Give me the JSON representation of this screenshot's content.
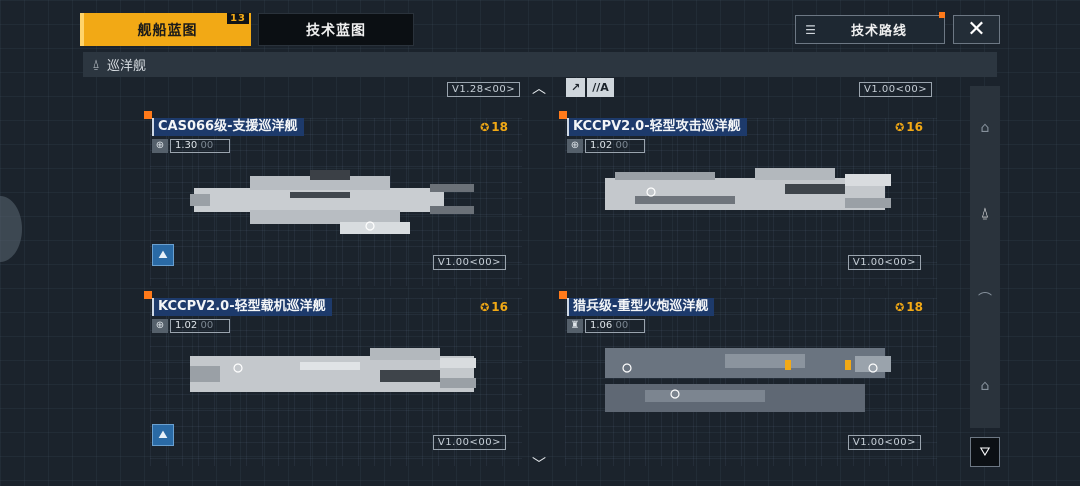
{
  "tabs": {
    "ship_blueprint": "舰船蓝图",
    "ship_blueprint_badge": "13",
    "tech_blueprint": "技术蓝图"
  },
  "tech_route": "技术路线",
  "close_glyph": "✕",
  "category": {
    "icon": "cruiser-class-icon",
    "label": "巡洋舰"
  },
  "top_tag": [
    "//A"
  ],
  "version_label": "V1.00<00>",
  "top_left_version": "V1.28<00>",
  "ships": [
    {
      "name": "CAS066级-支援巡洋舰",
      "stars": "18",
      "level": "1.30",
      "level_suffix": "00",
      "has_chip": true,
      "version": "V1.00<00>"
    },
    {
      "name": "KCCPV2.0-轻型攻击巡洋舰",
      "stars": "16",
      "level": "1.02",
      "level_suffix": "00",
      "has_chip": false,
      "version": "V1.00<00>"
    },
    {
      "name": "KCCPV2.0-轻型载机巡洋舰",
      "stars": "16",
      "level": "1.02",
      "level_suffix": "00",
      "has_chip": true,
      "version": "V1.00<00>"
    },
    {
      "name": "猎兵级-重型火炮巡洋舰",
      "stars": "18",
      "level": "1.06",
      "level_suffix": "00",
      "has_chip": false,
      "version": "V1.00<00>"
    }
  ],
  "colors": {
    "accent": "#f2a915",
    "title_bg": "#1d3a6b",
    "marker": "#ff7a1a"
  }
}
